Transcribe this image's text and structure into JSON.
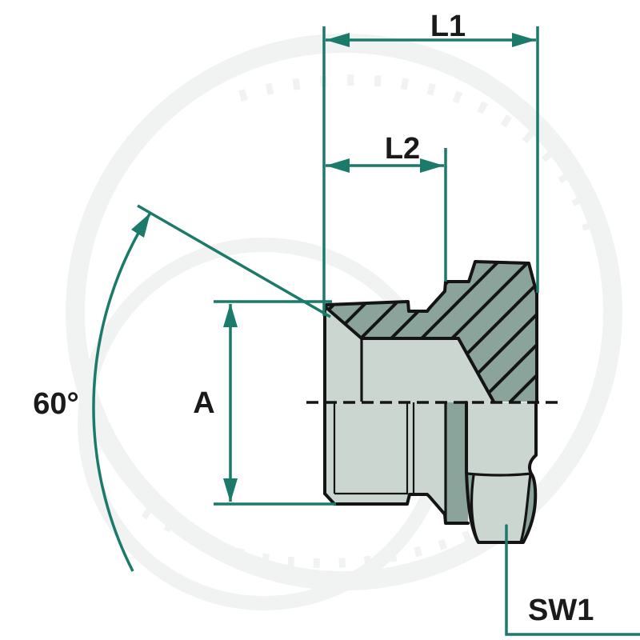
{
  "diagram": {
    "description": "Technical cross-section drawing of a threaded hex plug fitting with dimension callouts",
    "labels": {
      "l1": "L1",
      "l2": "L2",
      "a": "A",
      "angle": "60°",
      "sw1": "SW1"
    },
    "colors": {
      "dimension_teal": "#1B7A6A",
      "outline_black": "#141414",
      "section_fill": "#8BA49B",
      "surface_fill": "#CBD6D0",
      "background": "#FFFFFF",
      "watermark_grey": "#F0F3F1"
    }
  }
}
